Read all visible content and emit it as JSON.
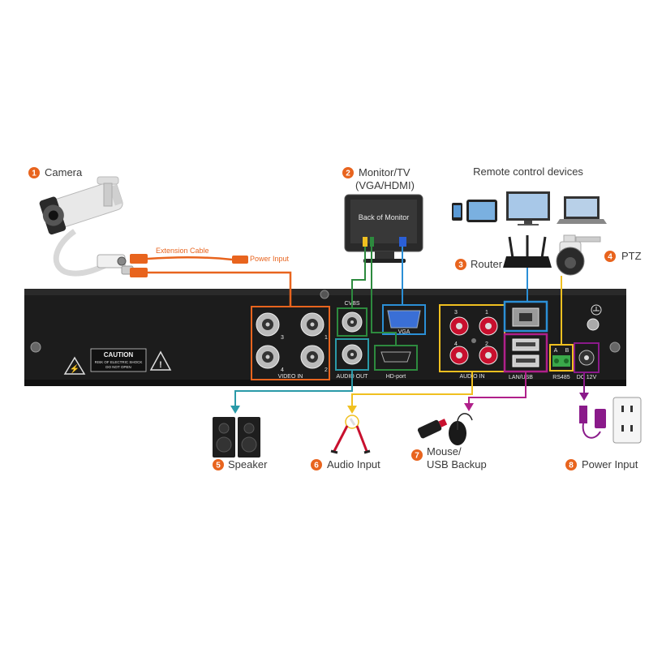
{
  "colors": {
    "orange": "#e8641e",
    "green": "#2d8a3e",
    "yellow": "#f0c020",
    "blue": "#2b8fd6",
    "magenta": "#b0208a",
    "purple": "#8a1a8a",
    "teal": "#2a9aa8",
    "badge": "#e8641e",
    "dvr_body": "#1c1c1c"
  },
  "labels": {
    "camera": {
      "num": "1",
      "text": "Camera"
    },
    "monitor": {
      "num": "2",
      "text": "Monitor/TV",
      "sub": "(VGA/HDMI)"
    },
    "router": {
      "num": "3",
      "text": "Router"
    },
    "ptz": {
      "num": "4",
      "text": "PTZ"
    },
    "speaker": {
      "num": "5",
      "text": "Speaker"
    },
    "audio_input": {
      "num": "6",
      "text": "Audio Input"
    },
    "mouse": {
      "num": "7",
      "text": "Mouse/",
      "sub": "USB Backup"
    },
    "power": {
      "num": "8",
      "text": "Power Input"
    }
  },
  "remote": "Remote control devices",
  "extension_cable": "Extension Cable",
  "power_input_small": "Power Input",
  "back_of_monitor": "Back of Monitor",
  "panel": {
    "caution": "CAUTION",
    "caution_line1": "RISK OF ELECTRIC SHOCK",
    "caution_line2": "DO NOT OPEN",
    "video_in": "VIDEO IN",
    "cvbs": "CVBS",
    "audio_out": "AUDIO OUT",
    "vga": "VGA",
    "hd_port": "HD-port",
    "audio_in": "AUDIO IN",
    "lan_usb": "LAN/USB",
    "rs485": "RS485",
    "dc12v": "DC 12V",
    "rs_a": "A",
    "rs_b": "B",
    "bnc_nums": [
      "3",
      "1",
      "4",
      "2"
    ],
    "audio_nums": [
      "3",
      "1",
      "4",
      "2"
    ]
  }
}
